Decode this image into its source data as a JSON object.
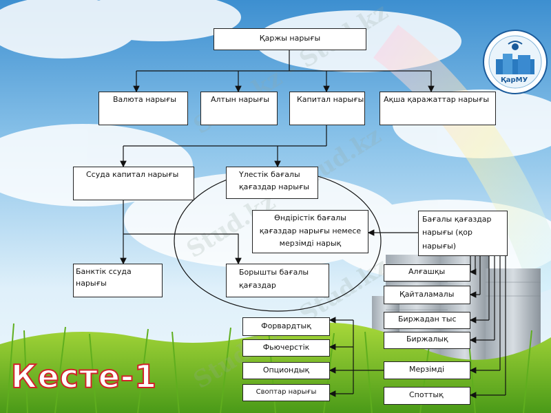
{
  "diagram": {
    "root": "Қаржы нарығы",
    "level1": [
      "Валюта нарығы",
      "Алтын нарығы",
      "Капитал нарығы",
      "Ақша қаражаттар нарығы"
    ],
    "loan_capital": "Ссуда капитал нарығы",
    "equity_securities": "Үлестік бағалы қағаздар нарығы",
    "derivatives": "Өндірістік бағалы қағаздар нарығы немесе мерзімді нарық",
    "securities_market": "Бағалы қағаздар нарығы (қор нарығы)",
    "bank_loan": "Банктік ссуда нарығы",
    "debt_securities": "Борышты бағалы қағаздар",
    "right_list": [
      "Алғашқы",
      "Қайталамалы",
      "Биржадан тыс",
      "Биржалық",
      "Мерзімді",
      "Споттық"
    ],
    "left_list": [
      "Форвардтық",
      "Фьючерстік",
      "Опциондық",
      "Своптар нарығы"
    ]
  },
  "watermark": "Stud.kz - Stud.kz",
  "slide_title": "Кесте-1",
  "logo_label": "ҚарМУ"
}
